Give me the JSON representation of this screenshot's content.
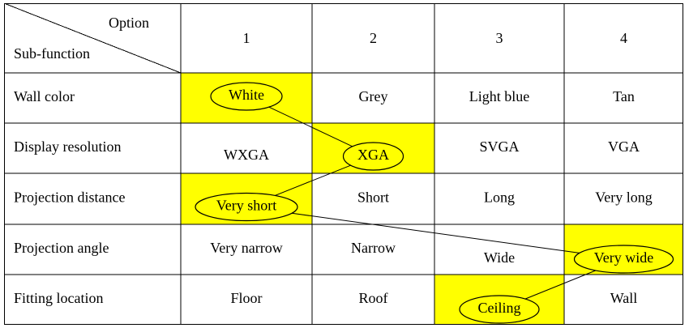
{
  "header": {
    "option_label": "Option",
    "subfunction_label": "Sub-function",
    "options": [
      "1",
      "2",
      "3",
      "4"
    ]
  },
  "rows": [
    {
      "label": "Wall color",
      "cells": [
        "White",
        "Grey",
        "Light blue",
        "Tan"
      ],
      "selected": 0
    },
    {
      "label": "Display resolution",
      "cells": [
        "WXGA",
        "XGA",
        "SVGA",
        "VGA"
      ],
      "selected": 1
    },
    {
      "label": "Projection distance",
      "cells": [
        "Very short",
        "Short",
        "Long",
        "Very long"
      ],
      "selected": 0
    },
    {
      "label": "Projection angle",
      "cells": [
        "Very narrow",
        "Narrow",
        "Wide",
        "Very wide"
      ],
      "selected": 3
    },
    {
      "label": "Fitting location",
      "cells": [
        "Floor",
        "Roof",
        "Ceiling",
        "Wall"
      ],
      "selected": 2
    }
  ],
  "colors": {
    "highlight": "#ffff00",
    "border": "#000000"
  }
}
